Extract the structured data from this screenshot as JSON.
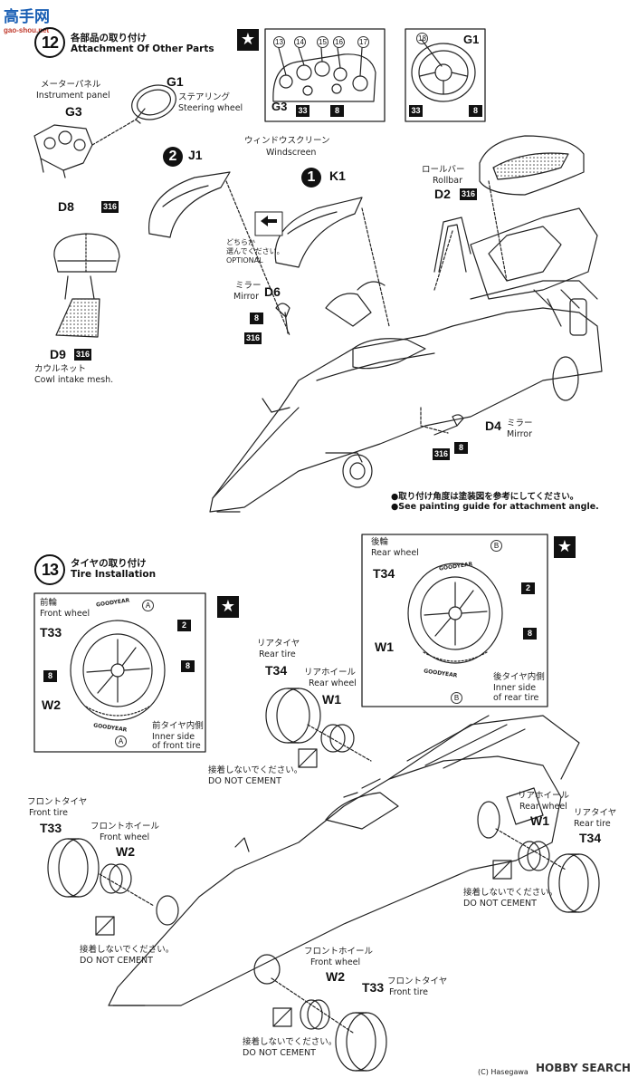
{
  "watermark_top": {
    "title": "高手网",
    "url": "gao-shou.net"
  },
  "watermark_bottom": {
    "copyright": "(C) Hasegawa",
    "logo": "HOBBY SEARCH"
  },
  "step12": {
    "number": "12",
    "title_jp": "各部品の取り付け",
    "title_en": "Attachment Of Other Parts",
    "instrument_panel_jp": "メーターパネル",
    "instrument_panel_en": "Instrument panel",
    "g3": "G3",
    "g1": "G1",
    "steering_jp": "ステアリング",
    "steering_en": "Steering wheel",
    "inset_gauges": [
      "13",
      "14",
      "15",
      "16",
      "17"
    ],
    "inset_g3": "G3",
    "inset_colors_left": [
      "33",
      "8"
    ],
    "inset_wheel_num": "18",
    "inset_g1": "G1",
    "inset_colors_right": [
      "33",
      "8"
    ],
    "windscreen_jp": "ウィンドウスクリーン",
    "windscreen_en": "Windscreen",
    "j1_num": "2",
    "j1": "J1",
    "k1_num": "1",
    "k1": "K1",
    "optional_jp1": "どちらか",
    "optional_jp2": "選んでください。",
    "optional_en": "OPTIONAL",
    "rollbar_jp": "ロールバー",
    "rollbar_en": "Rollbar",
    "d2": "D2",
    "d2_color": "316",
    "d8": "D8",
    "d8_color": "316",
    "d9": "D9",
    "d9_color": "316",
    "cowl_jp": "カウルネット",
    "cowl_en": "Cowl intake mesh.",
    "mirror_jp": "ミラー",
    "mirror_en": "Mirror",
    "d6": "D6",
    "d6_colors": [
      "8",
      "316"
    ],
    "d4": "D4",
    "d4_colors": [
      "316",
      "8"
    ],
    "note_jp": "●取り付け角度は塗装図を参考にしてください。",
    "note_en": "●See painting guide for attachment angle."
  },
  "step13": {
    "number": "13",
    "title_jp": "タイヤの取り付け",
    "title_en": "Tire Installation",
    "front": {
      "label_jp": "前輪",
      "label_en": "Front wheel",
      "circle": "A",
      "tire": "T33",
      "wheel": "W2",
      "colors": [
        "2",
        "8",
        "8"
      ],
      "inner_jp": "前タイヤ内側",
      "inner_en1": "Inner side",
      "inner_en2": "of front tire"
    },
    "rear": {
      "label_jp": "後輪",
      "label_en": "Rear wheel",
      "circle": "B",
      "tire": "T34",
      "wheel": "W1",
      "colors": [
        "2",
        "8"
      ],
      "inner_jp": "後タイヤ内側",
      "inner_en1": "Inner side",
      "inner_en2": "of rear tire"
    },
    "brand": "GOODYEAR",
    "rear_tire_jp": "リアタイヤ",
    "rear_tire_en": "Rear tire",
    "rear_wheel_jp": "リアホイール",
    "rear_wheel_en": "Rear wheel",
    "front_tire_jp": "フロントタイヤ",
    "front_tire_en": "Front tire",
    "front_wheel_jp": "フロントホイール",
    "front_wheel_en": "Front wheel",
    "t34": "T34",
    "w1": "W1",
    "t33": "T33",
    "w2": "W2",
    "nocement_jp": "接着しないでください。",
    "nocement_en": "DO NOT CEMENT"
  }
}
